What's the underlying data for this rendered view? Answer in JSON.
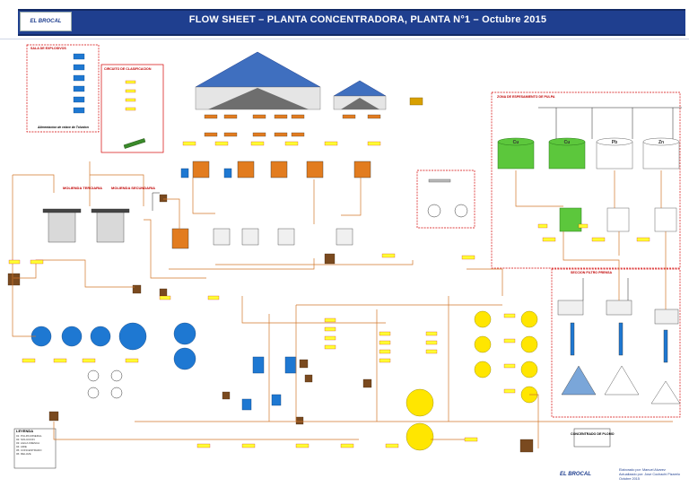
{
  "header": {
    "logo_text": "EL BROCAL",
    "title": "FLOW SHEET – PLANTA CONCENTRADORA, PLANTA N°1 – Octubre 2015",
    "band_color": "#1f3f8f"
  },
  "sections": {
    "feed_box_title": "SALA DE EXPLOSIVOS",
    "feed_box_caption": "Alimentacion de relave de Tolvaton",
    "classification_title": "CIRCUITO DE CLASIFICACION",
    "tertiary_label": "MOLIENDA TERCIARIA",
    "secondary_label": "MOLIENDA SECUNDARIA",
    "flotation_box_title": "ZONA DE ESPESAMIENTO DE PULPA",
    "filter_box_title": "SECCION FILTRO PRENSA",
    "concentrate_label": "CONCENTRADO DE PLOMO"
  },
  "thickeners": [
    {
      "label": "Cu",
      "color": "#5cc73c"
    },
    {
      "label": "Cu",
      "color": "#5cc73c"
    },
    {
      "label": "Pb",
      "color": "#ffffff"
    },
    {
      "label": "Zn",
      "color": "#ffffff"
    }
  ],
  "legend": {
    "title": "LEYENDA",
    "items": [
      "01: PULPA MINERAL",
      "02: SOLUCION",
      "03: AGUA FRESCA",
      "04: AIRE",
      "05: CONCENTRADO",
      "06: RELAVE"
    ]
  },
  "footer": {
    "logo_text": "EL BROCAL",
    "line1": "Elaborado por: Manuel Alvarez",
    "line2": "Actualizado por: Jose Cochachi Pizarelo",
    "line3": "Octubre 2015"
  },
  "colors": {
    "line": "#d2772b",
    "tag": "#ffff33",
    "tag_border": "#c00000",
    "vessel_blue": "#1e78d2",
    "cell_yellow": "#ffe600",
    "roof": "#3f6fbf",
    "hopper": "#e27c1f",
    "box_red": "#d40000"
  }
}
